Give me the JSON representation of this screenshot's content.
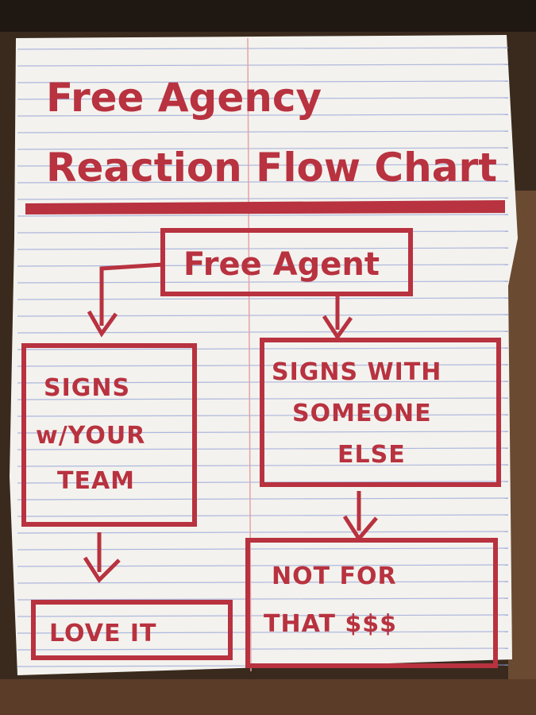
{
  "title": {
    "line1": "Free Agency",
    "line2": "Reaction Flow Chart"
  },
  "nodes": {
    "free_agent": "Free Agent",
    "signs_your_team": [
      "SIGNS",
      "w/YOUR",
      "TEAM"
    ],
    "signs_someone_else": [
      "SIGNS WITH",
      "SOMEONE",
      "ELSE"
    ],
    "love_it": "LOVE IT",
    "not_for_that": [
      "NOT FOR",
      "THAT $$$"
    ]
  },
  "colors": {
    "ink": "#b8323f",
    "paper": "#f4f2ee",
    "rule_blue": "#8e9fd6",
    "margin_red": "#e3a3a6",
    "table_wood": "#3a2a1e"
  }
}
